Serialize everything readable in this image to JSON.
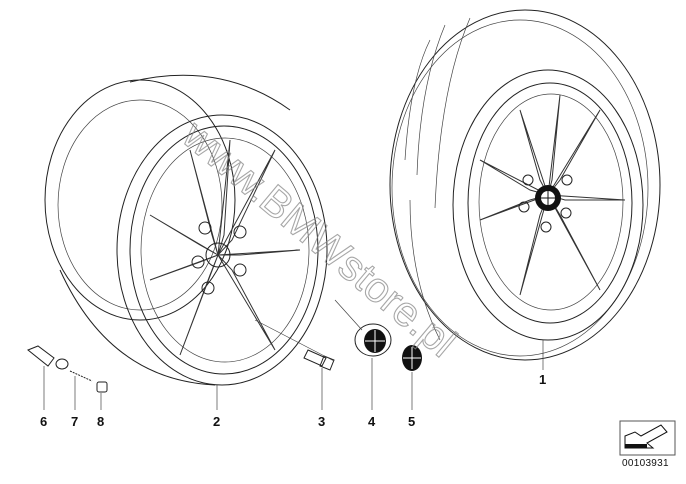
{
  "diagram": {
    "callouts": [
      "1",
      "2",
      "3",
      "4",
      "5",
      "6",
      "7",
      "8"
    ],
    "watermark": "www.BMWstore.pl",
    "reference_number": "00103931",
    "icons": [
      "tire-wheel",
      "alloy-rim",
      "wheel-bolt",
      "center-cap",
      "emblem",
      "valve-stem",
      "valve-core",
      "valve-cap",
      "arrow-reference-icon"
    ]
  }
}
